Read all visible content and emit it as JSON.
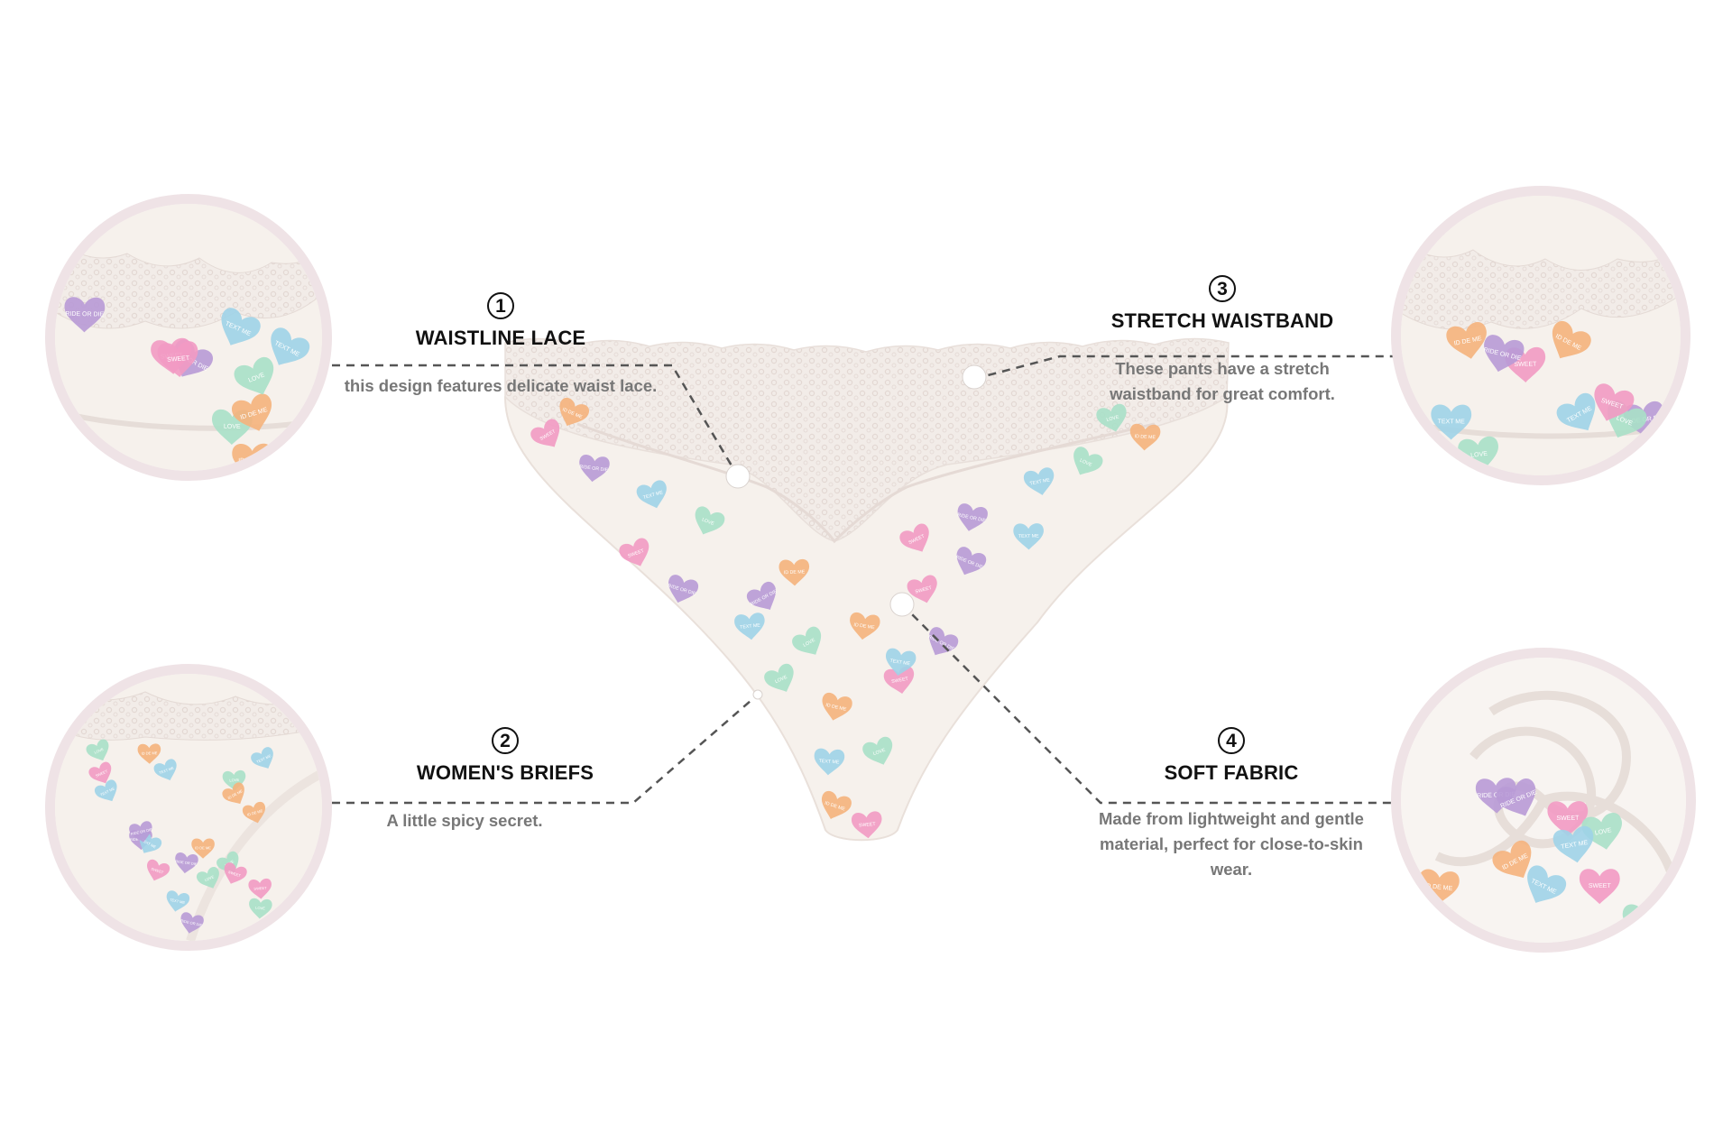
{
  "callouts": [
    {
      "num": "1",
      "title": "WAISTLINE LACE",
      "desc": "this design features delicate waist lace."
    },
    {
      "num": "2",
      "title": "WOMEN'S BRIEFS",
      "desc": "A little spicy secret."
    },
    {
      "num": "3",
      "title": "STRETCH WAISTBAND",
      "desc": "These pants have a stretch waistband for great comfort."
    },
    {
      "num": "4",
      "title": "SOFT FABRIC",
      "desc": "Made from lightweight and gentle material, perfect for close-to-skin wear."
    }
  ],
  "heart_texts": [
    "SWEET",
    "RIDE OR DIE",
    "TEXT ME",
    "LOVE",
    "ID DE ME"
  ],
  "colors": {
    "fabric": "#f6f1ec",
    "lace": "#efe7e2",
    "zoom_ring": "#efe3e6",
    "connector": "#555555",
    "heart_pink": "#f29ac3",
    "heart_purple": "#b89ad6",
    "heart_blue": "#9fd3e8",
    "heart_mint": "#a8e0c8",
    "heart_orange": "#f5b27c"
  }
}
